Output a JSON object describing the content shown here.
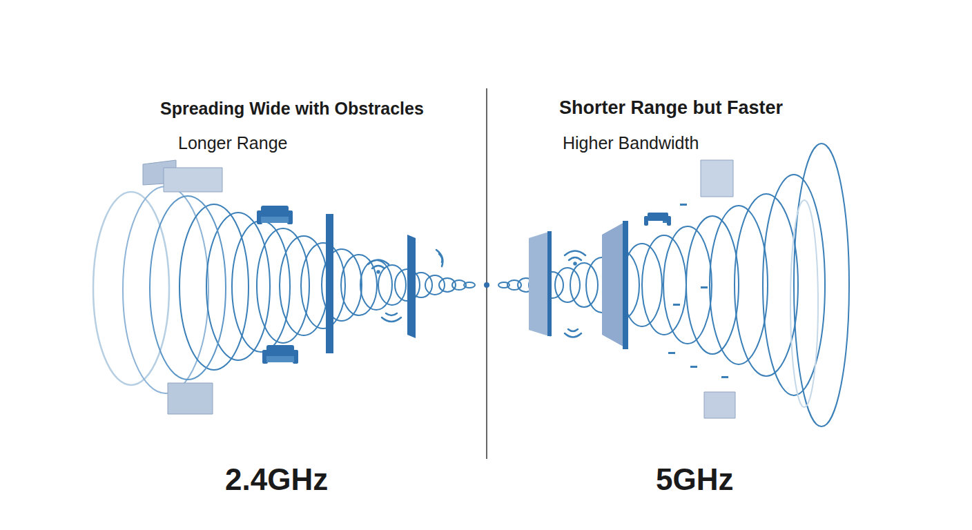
{
  "diagram": {
    "labels": [
      "Spreading Wide with Obstracles",
      "Longer Range",
      "Shorter Range but Faster",
      "Higher Bandwidth",
      "2.4GHz",
      "5GHz"
    ]
  }
}
